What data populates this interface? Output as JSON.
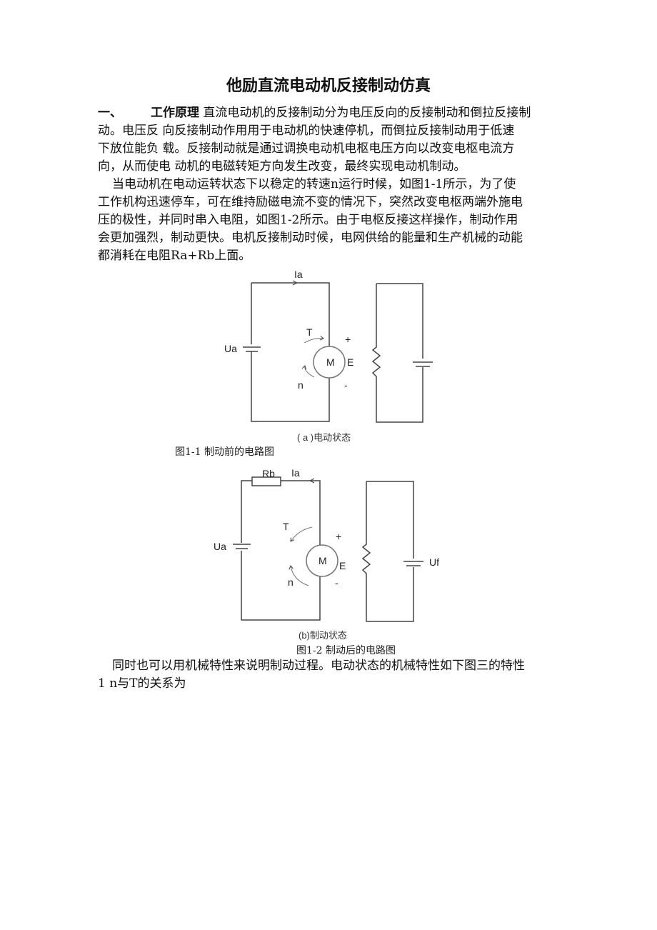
{
  "title": "他励直流电动机反接制动仿真",
  "section": {
    "number": "一、",
    "heading": "工作原理",
    "lines": [
      "直流电动机的反接制动分为电压反向的反接制动和倒拉反接制",
      "动。电压反 向反接制动作用用于电动机的快速停机，而倒拉反接制动用于低速",
      "下放位能负 载。反接制动就是通过调换电动机电枢电压方向以改变电枢电流方",
      "向，从而使电 动机的电磁转矩方向发生改变，最终实现电动机制动。",
      "当电动机在电动运转状态下以稳定的转速n运行时候，如图1-1所示，为了使",
      "工作机构迅速停车，可在维持励磁电流不变的情况下，突然改变电枢两端外施电",
      "压的极性，并同时串入电阻，如图1-2所示。由于电枢反接这样操作，制动作用",
      "会更加强烈，制动更快。电机反接制动时候，电网供给的能量和生产机械的动能",
      "都消耗在电阻Ra+Rb上面。"
    ]
  },
  "figure1": {
    "labels": {
      "ia": "Ia",
      "t": "T",
      "plus": "+",
      "ua": "Ua",
      "m": "M",
      "e": "E",
      "n": "n",
      "minus": "-"
    },
    "subcaption": "( a )电动状态",
    "caption": "图1-1 制动前的电路图"
  },
  "figure2": {
    "labels": {
      "rb": "Rb",
      "ia": "Ia",
      "t": "T",
      "plus": "+",
      "ua": "Ua",
      "m": "M",
      "e": "E",
      "n": "n",
      "minus": "-",
      "uf": "Uf"
    },
    "subcaption": "(b)制动状态",
    "caption": "图1-2 制动后的电路图"
  },
  "closing": [
    "同时也可以用机械特性来说明制动过程。电动状态的机械特性如下图三的特性",
    "1 n与T的关系为"
  ]
}
